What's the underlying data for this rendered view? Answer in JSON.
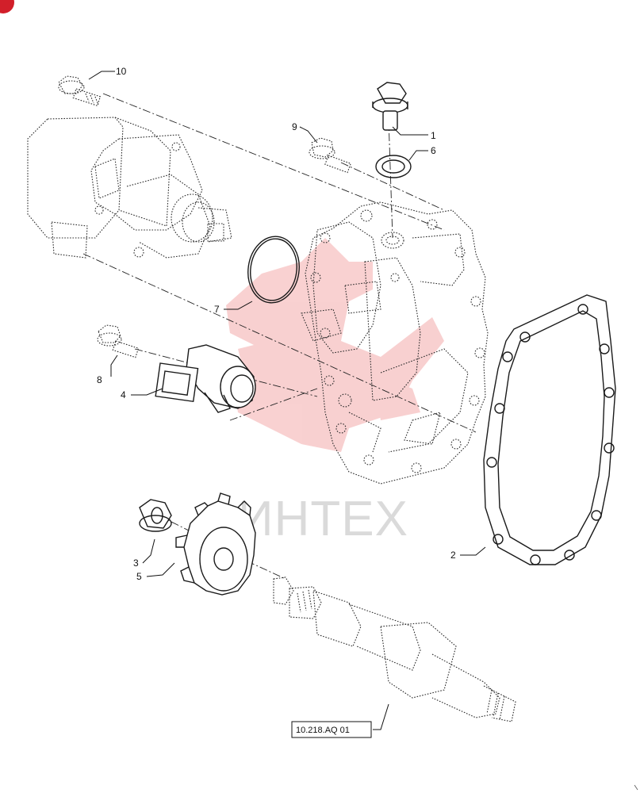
{
  "callouts": {
    "c1": "1",
    "c2": "2",
    "c3": "3",
    "c4": "4",
    "c5": "5",
    "c6": "6",
    "c7": "7",
    "c8": "8",
    "c9": "9",
    "c10": "10"
  },
  "reference_box": "10.218.AQ 01",
  "watermark": {
    "text": "ИНТЕХ",
    "color": "#e85a5a"
  },
  "corner_badge_color": "#d21f2a"
}
